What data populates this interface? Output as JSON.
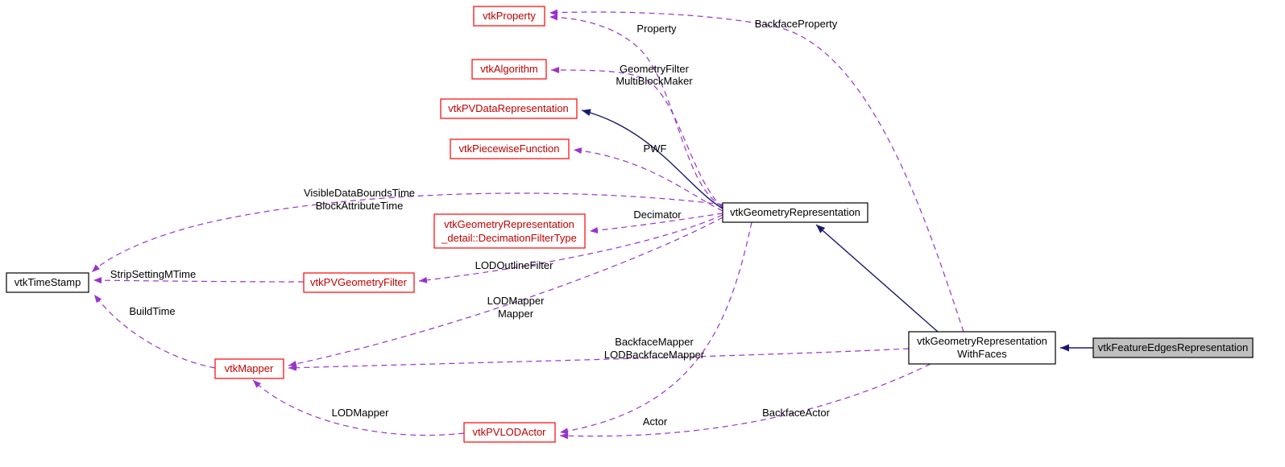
{
  "diagram": {
    "nodes": {
      "property": {
        "label": "vtkProperty"
      },
      "algorithm": {
        "label": "vtkAlgorithm"
      },
      "pv_data_representation": {
        "label": "vtkPVDataRepresentation"
      },
      "piecewise_function": {
        "label": "vtkPiecewiseFunction"
      },
      "decimation_filter_type": {
        "label_line1": "vtkGeometryRepresentation",
        "label_line2": "_detail::DecimationFilterType"
      },
      "pv_geometry_filter": {
        "label": "vtkPVGeometryFilter"
      },
      "time_stamp": {
        "label": "vtkTimeStamp"
      },
      "mapper": {
        "label": "vtkMapper"
      },
      "pv_lod_actor": {
        "label": "vtkPVLODActor"
      },
      "geometry_representation": {
        "label": "vtkGeometryRepresentation"
      },
      "geometry_representation_with_faces": {
        "label_line1": "vtkGeometryRepresentation",
        "label_line2": "WithFaces"
      },
      "feature_edges_representation": {
        "label": "vtkFeatureEdgesRepresentation"
      }
    },
    "edge_labels": {
      "property": "Property",
      "backface_property": "BackfaceProperty",
      "geometry_filter": "GeometryFilter",
      "multi_block_maker": "MultiBlockMaker",
      "pwf": "PWF",
      "decimator": "Decimator",
      "visible_data_bounds_time": "VisibleDataBoundsTime",
      "block_attribute_time": "BlockAttributeTime",
      "strip_setting_mtime": "StripSettingMTime",
      "lod_outline_filter": "LODOutlineFilter",
      "build_time": "BuildTime",
      "lod_mapper": "LODMapper",
      "mapper": "Mapper",
      "backface_mapper": "BackfaceMapper",
      "lod_backface_mapper": "LODBackfaceMapper",
      "lod_mapper_actor": "LODMapper",
      "actor": "Actor",
      "backface_actor": "BackfaceActor"
    },
    "colors": {
      "linked_node_border": "#ff0000",
      "linked_node_text": "#c00000",
      "plain_node_border": "#000000",
      "current_node_fill": "#bfbfbf",
      "collaboration_edge": "#9a32cd",
      "inheritance_edge": "#191970",
      "background": "#ffffff"
    }
  }
}
